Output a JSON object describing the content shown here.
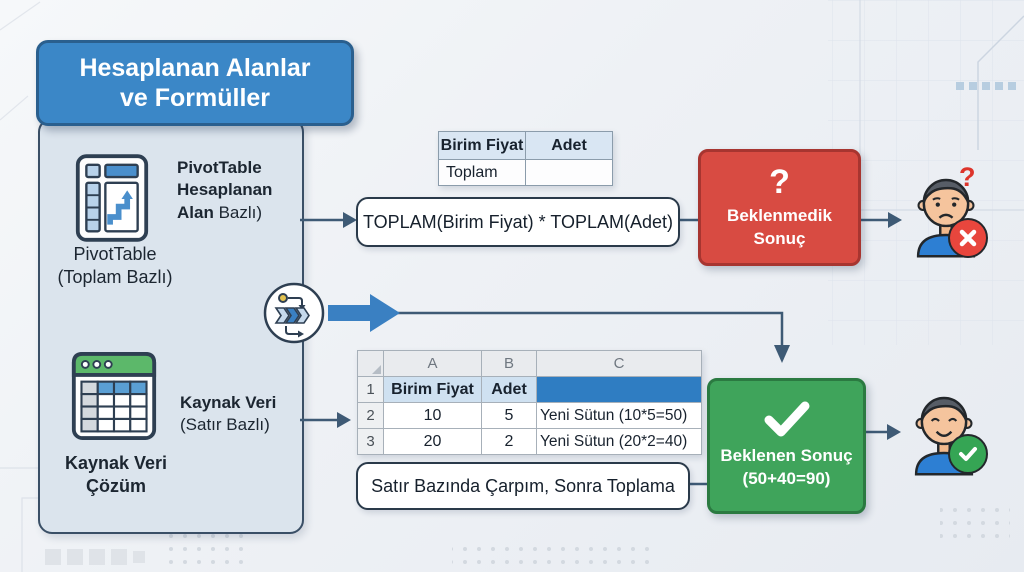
{
  "header": {
    "title_line1": "Hesaplanan Alanlar",
    "title_line2": "ve Formüller"
  },
  "sidebar": {
    "pivot": {
      "icon": "pivottable-chart-icon",
      "caption_line1": "PivotTable",
      "caption_line2": "(Toplam Bazlı)",
      "note_bold": "PivotTable Hesaplanan Alan",
      "note_regular": "Bazlı)"
    },
    "source": {
      "icon": "spreadsheet-window-icon",
      "caption_line1": "Kaynak Veri",
      "caption_line2": "Çözüm",
      "note_bold": "Kaynak Veri",
      "note_regular": "(Satır Bazlı)"
    }
  },
  "top_flow": {
    "pivot_table": {
      "headers": [
        "Birim Fiyat",
        "Adet"
      ],
      "rows": [
        [
          "Toplam",
          ""
        ]
      ]
    },
    "formula": "TOPLAM(Birim Fiyat) * TOPLAM(Adet)",
    "result": {
      "symbol": "?",
      "line1": "Beklenmedik",
      "line2": "Sonuç"
    },
    "person_annotation": "?"
  },
  "bottom_flow": {
    "sheet": {
      "col_headers": [
        "A",
        "B",
        "C"
      ],
      "row_numbers": [
        "1",
        "2",
        "3"
      ],
      "rows": [
        [
          "Birim Fiyat",
          "Adet",
          ""
        ],
        [
          "10",
          "5",
          "Yeni Sütun (10*5=50)"
        ],
        [
          "20",
          "2",
          "Yeni Sütun (20*2=40)"
        ]
      ]
    },
    "note": "Satır Bazında Çarpım, Sonra Toplama",
    "result": {
      "line1": "Beklenen Sonuç",
      "line2": "(50+40=90)"
    }
  },
  "colors": {
    "header_blue": "#3b87c7",
    "accent_arrow_blue": "#3a80c2",
    "error_red": "#d84b42",
    "success_green": "#3fa45b",
    "connector_navy": "#3e5a75",
    "panel_fill": "#dbe4ed",
    "sheet_header_blue": "#cfe1f1",
    "sheet_highlight_blue": "#2f7dc2"
  }
}
